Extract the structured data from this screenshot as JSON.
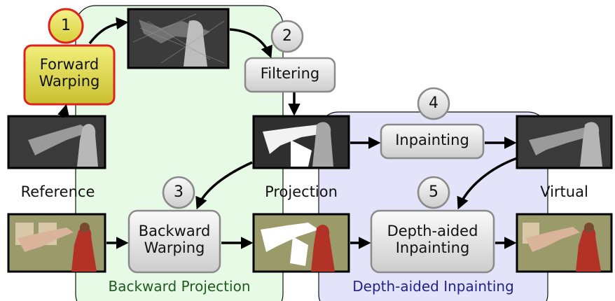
{
  "regions": {
    "backward": {
      "label": "Backward Projection",
      "fill": "#e6fae6",
      "stroke": "#111111",
      "text_color": "#1f5a1f"
    },
    "inpaint": {
      "label": "Depth-aided Inpainting",
      "fill": "#e3e3fa",
      "stroke": "#111111",
      "text_color": "#23238c"
    }
  },
  "steps": [
    {
      "number": "1",
      "label_lines": [
        "Forward",
        "Warping"
      ]
    },
    {
      "number": "2",
      "label_lines": [
        "Filtering"
      ]
    },
    {
      "number": "3",
      "label_lines": [
        "Backward",
        "Warping"
      ]
    },
    {
      "number": "4",
      "label_lines": [
        "Inpainting"
      ]
    },
    {
      "number": "5",
      "label_lines": [
        "Depth-aided",
        "Inpainting"
      ]
    }
  ],
  "image_labels": {
    "reference": "Reference",
    "projection": "Projection",
    "virtual": "Virtual"
  },
  "colors": {
    "highlight_fill": "#dcd84a",
    "highlight_stroke": "#e0201c",
    "step_fill": "#e6e6e6",
    "step_stroke": "#8a8a8a",
    "arrow": "#000000",
    "depth_dark": "#3a3a3a",
    "depth_light": "#bdbdbd",
    "photo_bg": "#9a9a6a"
  }
}
